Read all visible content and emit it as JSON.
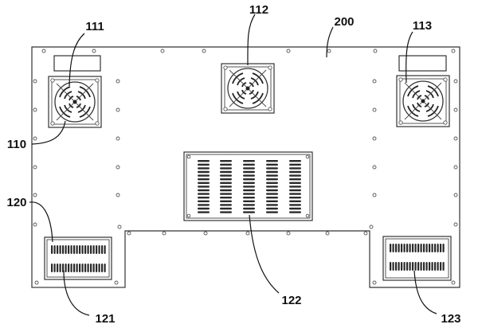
{
  "labels": {
    "fan_left": "111",
    "fan_center": "112",
    "fan_right": "113",
    "panel": "200",
    "left_fan_module": "110",
    "left_vent_module": "120",
    "left_vent": "121",
    "center_vent": "122",
    "right_vent": "123"
  }
}
